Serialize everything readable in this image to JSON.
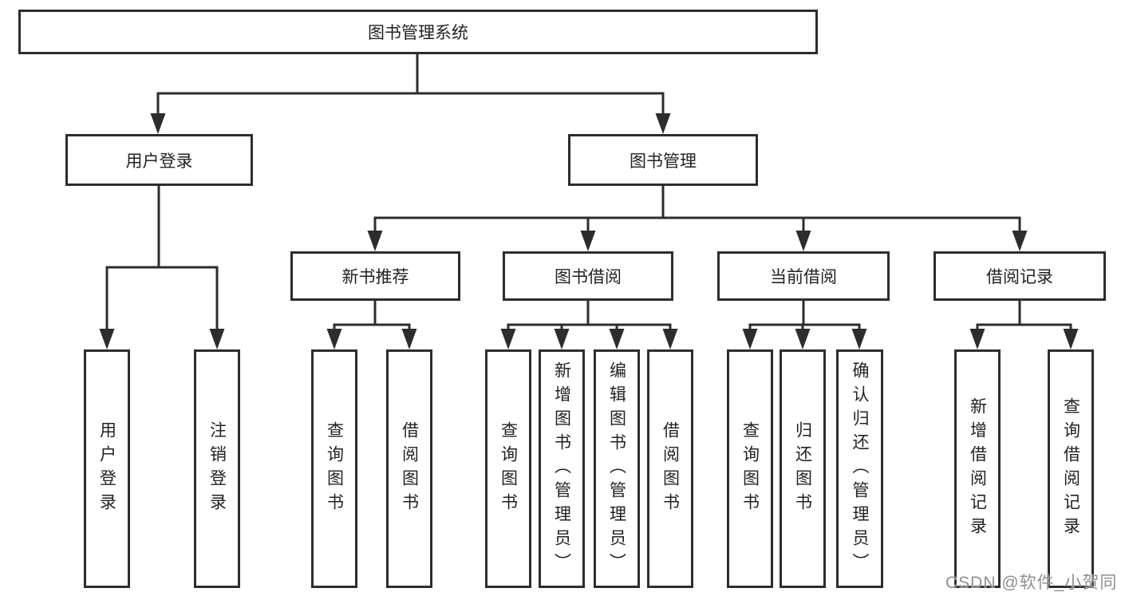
{
  "tree": {
    "root": {
      "label": "图书管理系统"
    },
    "children": [
      {
        "label": "用户登录",
        "children": [
          {
            "label": "用户登录"
          },
          {
            "label": "注销登录"
          }
        ]
      },
      {
        "label": "图书管理",
        "children": [
          {
            "label": "新书推荐",
            "children": [
              {
                "label": "查询图书"
              },
              {
                "label": "借阅图书"
              }
            ]
          },
          {
            "label": "图书借阅",
            "children": [
              {
                "label": "查询图书"
              },
              {
                "label": "新增图书（管理员）"
              },
              {
                "label": "编辑图书（管理员）"
              },
              {
                "label": "借阅图书"
              }
            ]
          },
          {
            "label": "当前借阅",
            "children": [
              {
                "label": "查询图书"
              },
              {
                "label": "归还图书"
              },
              {
                "label": "确认归还（管理员）"
              }
            ]
          },
          {
            "label": "借阅记录",
            "children": [
              {
                "label": "新增借阅记录"
              },
              {
                "label": "查询借阅记录"
              }
            ]
          }
        ]
      }
    ]
  },
  "watermark": {
    "text": "CSDN @软件_小贺同学"
  },
  "colors": {
    "line": "#2d2d2d",
    "text": "#222222",
    "watermark": "#8f8f8f",
    "background": "#ffffff"
  }
}
